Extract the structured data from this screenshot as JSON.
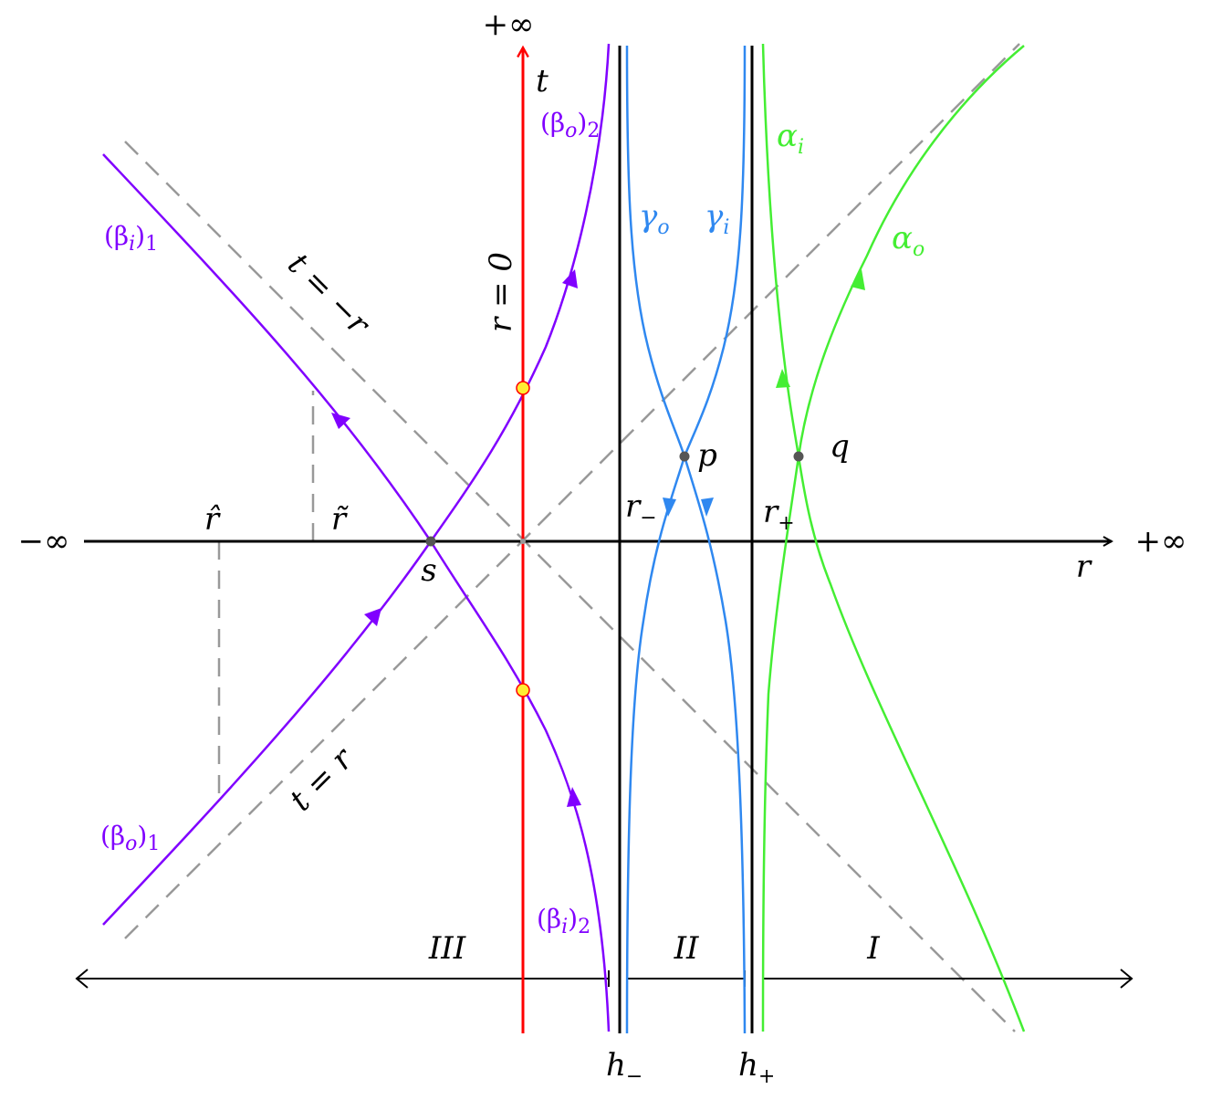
{
  "axes": {
    "r_axis_label": "r",
    "t_axis_label": "t",
    "pos_infinity_top": "+∞",
    "pos_infinity_right": "+∞",
    "neg_infinity_left": "−∞",
    "r_zero": "r = 0"
  },
  "guides": {
    "t_equals_r": "t = r",
    "t_equals_minus_r": "t = −r"
  },
  "points": {
    "s": "s",
    "p": "p",
    "q": "q"
  },
  "radii": {
    "r_hat": "r̂",
    "r_tilde": "r̃",
    "r_minus": "r",
    "r_minus_sub": "−",
    "r_plus": "r",
    "r_plus_sub": "+"
  },
  "horizons": {
    "h_minus": "h",
    "h_minus_sub": "−",
    "h_plus": "h",
    "h_plus_sub": "+"
  },
  "regions": {
    "I": "I",
    "II": "II",
    "III": "III"
  },
  "curves": {
    "beta_i_1": {
      "base": "(β",
      "idx": "i",
      "close": ")",
      "num": "1"
    },
    "beta_o_1": {
      "base": "(β",
      "idx": "o",
      "close": ")",
      "num": "1"
    },
    "beta_o_2": {
      "base": "(β",
      "idx": "o",
      "close": ")",
      "num": "2"
    },
    "beta_i_2": {
      "base": "(β",
      "idx": "i",
      "close": ")",
      "num": "2"
    },
    "gamma_o": {
      "base": "γ",
      "idx": "o"
    },
    "gamma_i": {
      "base": "γ",
      "idx": "i"
    },
    "alpha_i": {
      "base": "α",
      "idx": "i"
    },
    "alpha_o": {
      "base": "α",
      "idx": "o"
    }
  },
  "colors": {
    "beta": "#8000ff",
    "gamma": "#2f88f0",
    "alpha": "#44ee33",
    "r0_line": "#ff0000",
    "guides": "#999999",
    "axes": "#000000",
    "marker_fill": "#ffee33"
  }
}
